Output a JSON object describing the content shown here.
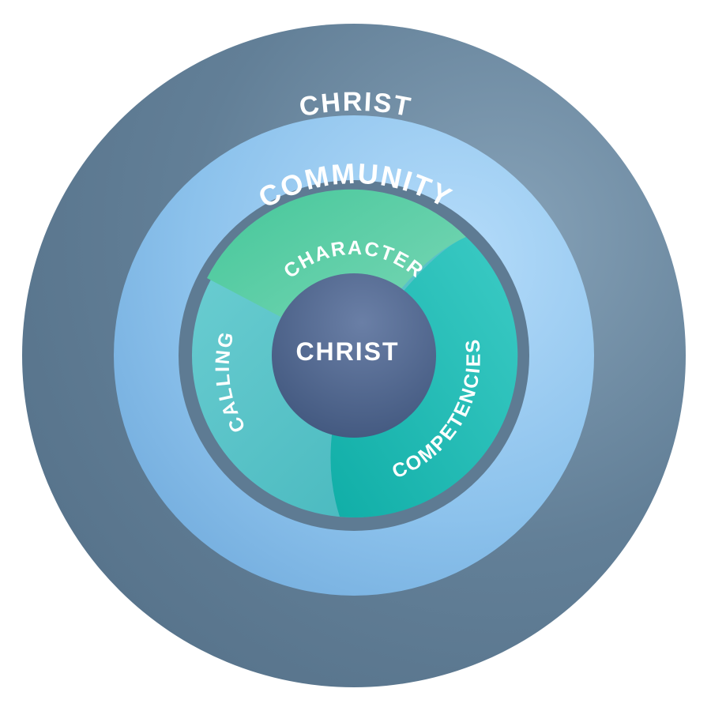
{
  "diagram": {
    "outer_label": "CHRIST",
    "community_label": "COMMUNITY",
    "segments": [
      {
        "label": "CHARACTER"
      },
      {
        "label": "COMPETENCIES"
      },
      {
        "label": "CALLING"
      }
    ],
    "center_label": "CHRIST"
  },
  "colors": {
    "outer_ring": "#627f97",
    "community_ring": "#8cc2ec",
    "inner_band": "#5e7b93",
    "character": "#47c6a0",
    "competencies": "#1cbdb8",
    "calling": "#55c0c4",
    "center": "#4a5f86"
  }
}
